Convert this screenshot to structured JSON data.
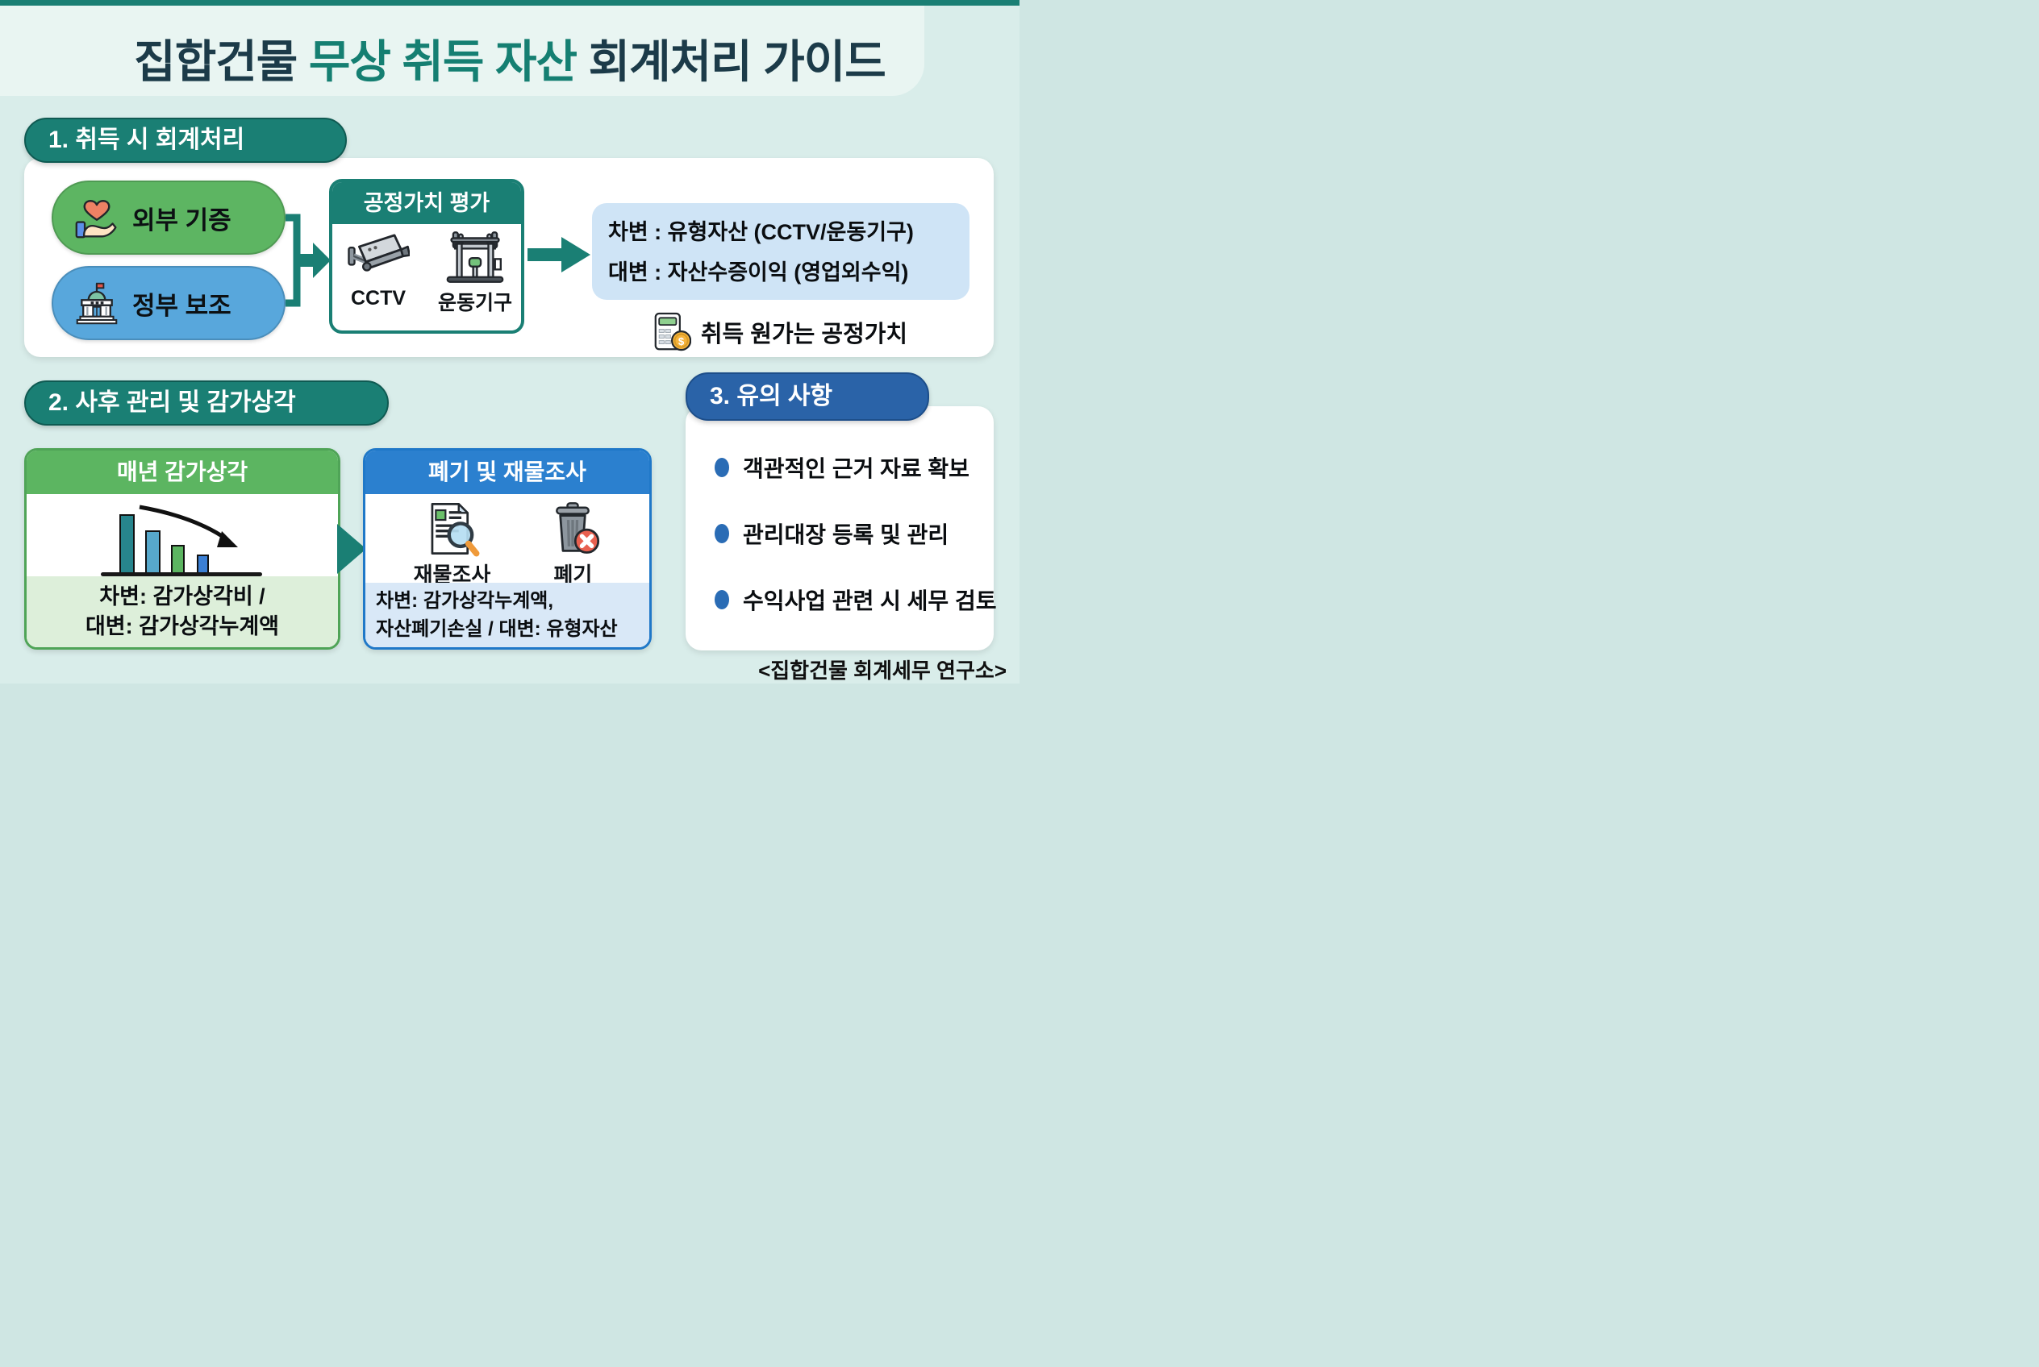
{
  "title": {
    "part1": "집합건물 ",
    "part2": "무상 취득 자산",
    "part3": " 회계처리 가이드"
  },
  "colors": {
    "teal": "#1a7f74",
    "title_dark": "#1c3b49",
    "title_accent_teal": "#157f72",
    "external_pill_green": "#5db562",
    "government_pill_blue": "#58a7dc",
    "journal_box_blue": "#cfe4f6",
    "depreciation_header_green": "#5cb561",
    "depreciation_footer_green": "#ddefda",
    "disposal_header_blue": "#2b80cf",
    "disposal_footer_blue": "#d9e8f7",
    "section3_pill_blue": "#2a63a8",
    "bullet_blue": "#2a6cb5"
  },
  "section1": {
    "header_label": "1. 취득 시 회계처리",
    "source_external": {
      "label": "외부 기증",
      "icon": "heart-in-hand-icon"
    },
    "source_government": {
      "label": "정부 보조",
      "icon": "government-building-icon"
    },
    "fair_value_box": {
      "title": "공정가치 평가",
      "item1_label": "CCTV",
      "item2_label": "운동기구"
    },
    "journal_entry": {
      "debit_line": "차변 : 유형자산 (CCTV/운동기구)",
      "credit_line": "대변 : 자산수증이익 (영업외수익)"
    },
    "note": {
      "text": "취득 원가는 공정가치",
      "icon": "calculator-coin-icon"
    }
  },
  "section2": {
    "header_label": "2. 사후 관리 및 감가상각",
    "depreciation_card": {
      "title": "매년 감가상각",
      "icon": "declining-bar-chart-icon",
      "journal_line1": "차변: 감가상각비 /",
      "journal_line2": "대변: 감가상각누계액"
    },
    "disposal_card": {
      "title": "폐기 및 재물조사",
      "item1_label": "재물조사",
      "item2_label": "폐기",
      "journal_line1": "차변: 감가상각누계액,",
      "journal_line2": "자산폐기손실 / 대변: 유형자산"
    }
  },
  "section3": {
    "header_label": "3. 유의 사항",
    "bullets": [
      "객관적인 근거 자료 확보",
      "관리대장 등록 및 관리",
      "수익사업 관련 시 세무 검토"
    ]
  },
  "footer": {
    "credit": "<집합건물 회계세무 연구소>"
  }
}
